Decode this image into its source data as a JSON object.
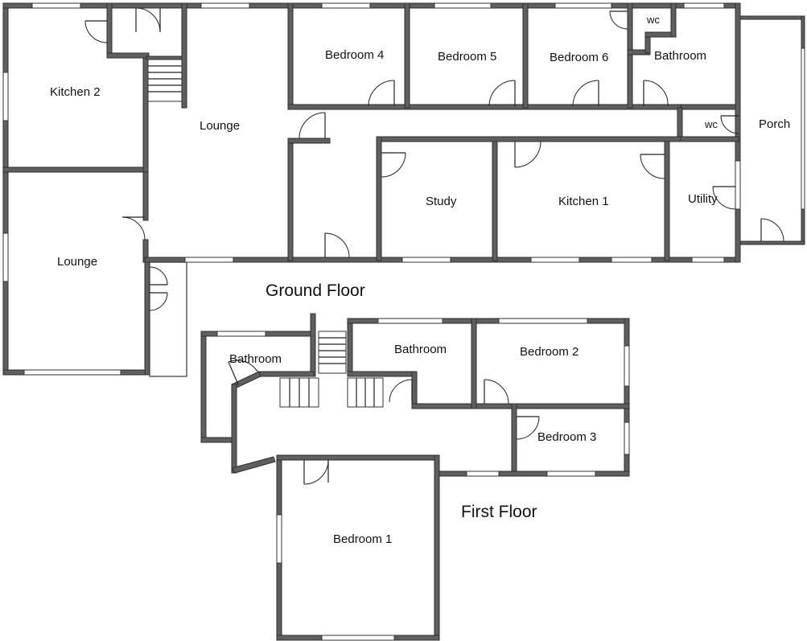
{
  "ground_floor": {
    "title": "Ground Floor",
    "rooms": {
      "kitchen2": "Kitchen 2",
      "lounge_left": "Lounge",
      "lounge_main": "Lounge",
      "bedroom4": "Bedroom 4",
      "bedroom5": "Bedroom 5",
      "bedroom6": "Bedroom 6",
      "wc_top": "wc",
      "bathroom": "Bathroom",
      "wc_hall": "wc",
      "porch": "Porch",
      "study": "Study",
      "kitchen1": "Kitchen 1",
      "utility": "Utility"
    }
  },
  "first_floor": {
    "title": "First Floor",
    "rooms": {
      "bathroom_left": "Bathroom",
      "bathroom_mid": "Bathroom",
      "bedroom2": "Bedroom 2",
      "bedroom3": "Bedroom 3",
      "bedroom1": "Bedroom 1"
    }
  }
}
